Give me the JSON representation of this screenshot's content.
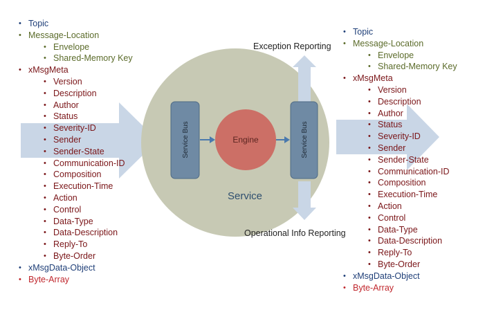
{
  "service": {
    "label": "Service",
    "engine": "Engine",
    "bus_left": "Service Bus",
    "bus_right": "Service Bus",
    "exception_label": "Exception Reporting",
    "operational_label": "Operational Info Reporting"
  },
  "input_list": {
    "topic": "Topic",
    "location": "Message-Location",
    "location_items": [
      "Envelope",
      "Shared-Memory Key"
    ],
    "meta": "xMsgMeta",
    "meta_items": [
      "Version",
      "Description",
      "Author",
      "Status",
      "Severity-ID",
      "Sender",
      "Sender-State",
      "Communication-ID",
      "Composition",
      "Execution-Time",
      "Action",
      "Control",
      "Data-Type",
      "Data-Description",
      "Reply-To",
      "Byte-Order"
    ],
    "data_object": "xMsgData-Object",
    "byte_array": "Byte-Array"
  },
  "output_list": {
    "topic": "Topic",
    "location": "Message-Location",
    "location_items": [
      "Envelope",
      "Shared-Memory Key"
    ],
    "meta": "xMsgMeta",
    "meta_items": [
      "Version",
      "Description",
      "Author",
      "Status",
      "Severity-ID",
      "Sender",
      "Sender-State",
      "Communication-ID",
      "Composition",
      "Execution-Time",
      "Action",
      "Control",
      "Data-Type",
      "Data-Description",
      "Reply-To",
      "Byte-Order"
    ],
    "data_object": "xMsgData-Object",
    "byte_array": "Byte-Array"
  },
  "colors": {
    "circle": "#c7c9b4",
    "engine": "#cc6f66",
    "bus": "#6f8aa4",
    "arrow": "#c9d6e6",
    "flow": "#4a79ad"
  }
}
